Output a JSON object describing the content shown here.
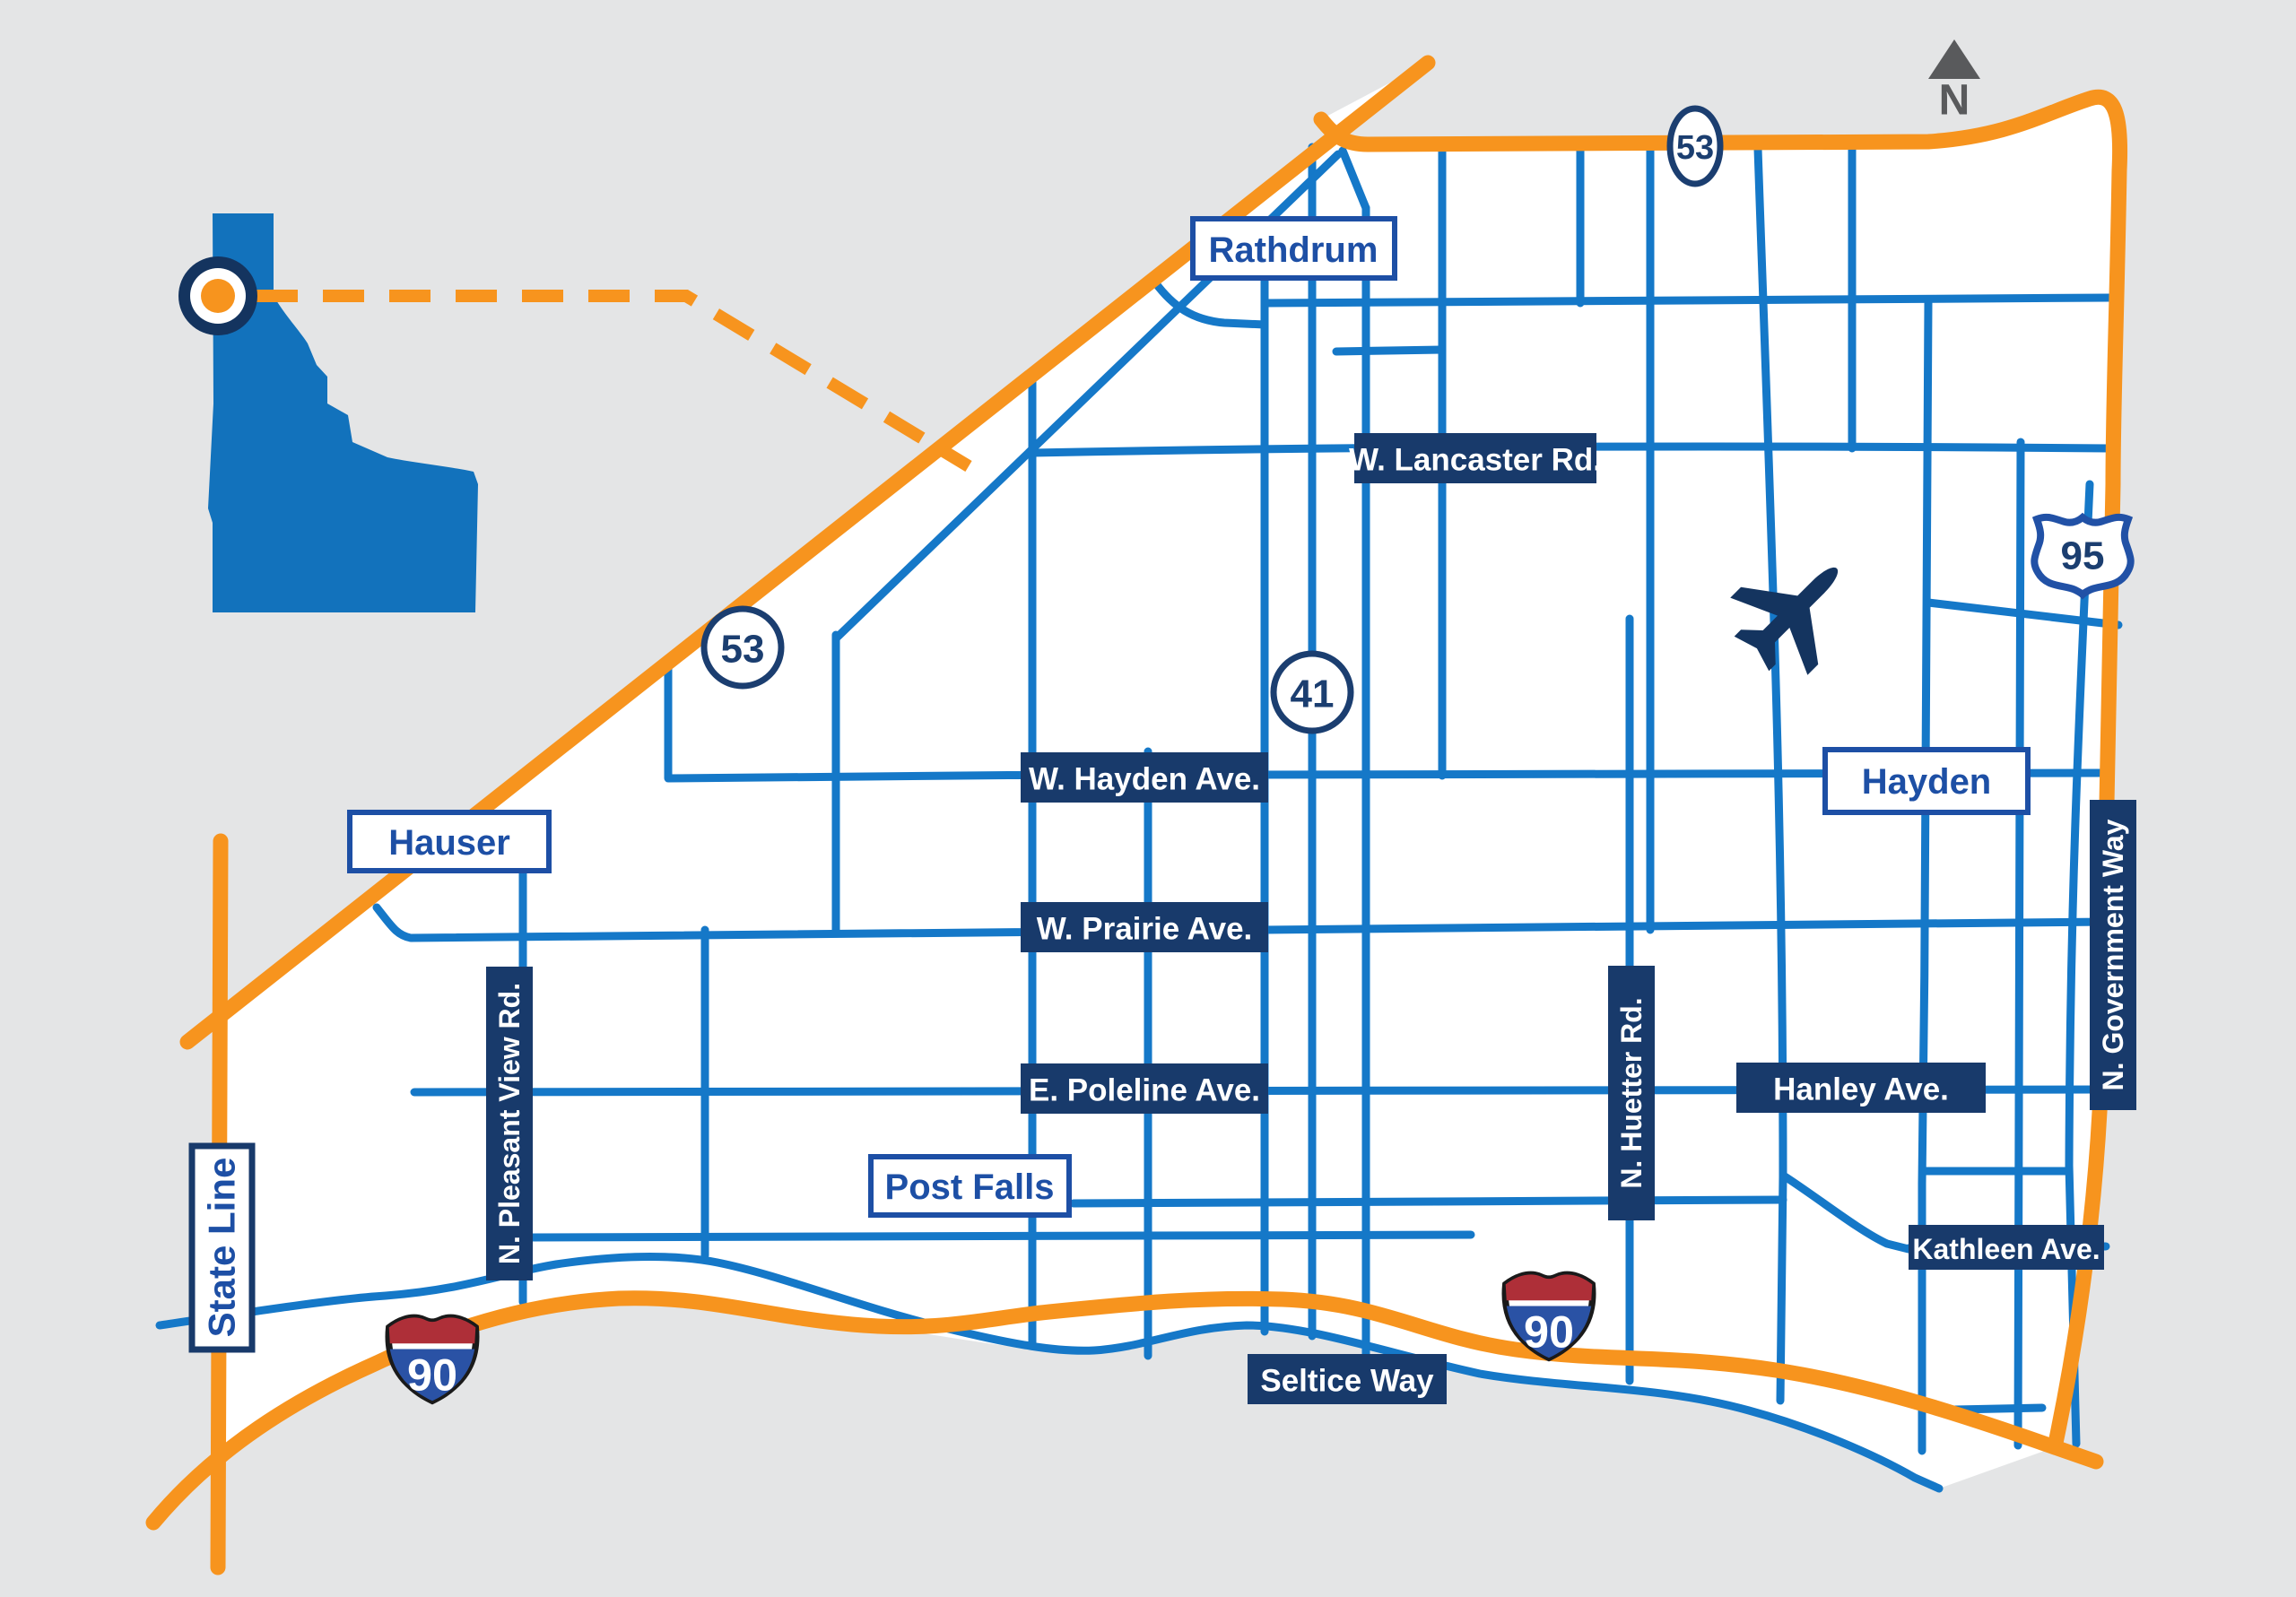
{
  "map": {
    "region": {
      "cities": {
        "rathdrum": "Rathdrum",
        "hauser": "Hauser",
        "post_falls": "Post Falls",
        "hayden": "Hayden"
      },
      "roads": {
        "lancaster": "W. Lancaster Rd.",
        "hayden_ave": "W. Hayden Ave.",
        "prairie_ave": "W. Prairie Ave.",
        "poleline_ave": "E. Poleline Ave.",
        "hanley_ave": "Hanley Ave.",
        "kathleen_ave": "Kathleen Ave.",
        "seltice_way": "Seltice Way",
        "pleasant_view": "N. Pleasant View Rd.",
        "huetter": "N. Huetter Rd.",
        "government_way": "N. Government Way",
        "state_line": "State Line"
      },
      "shields": {
        "hwy53_top": "53",
        "hwy53_west": "53",
        "hwy41": "41",
        "us95": "95",
        "i90_west": "90",
        "i90_east": "90"
      }
    },
    "compass": {
      "north": "N"
    },
    "icons": {
      "airplane": "airport-icon",
      "location_marker": "map-pin-icon",
      "north_arrow": "compass-north-icon",
      "state_inset": "idaho-silhouette-icon"
    },
    "colors": {
      "background": "#E4E5E6",
      "land": "#FFFFFF",
      "highway_orange": "#F7941E",
      "road_blue": "#1578C8",
      "label_navy": "#183A6B",
      "city_blue": "#1D4FA5",
      "shield_navy": "#1B3E70",
      "us_shield_blue": "#2151A6",
      "interstate_red": "#AE2F38",
      "interstate_blue": "#2A52A5",
      "interstate_outline": "#1A1A1A",
      "compass_gray": "#595A5C",
      "state_inset_blue": "#1272BC"
    }
  }
}
